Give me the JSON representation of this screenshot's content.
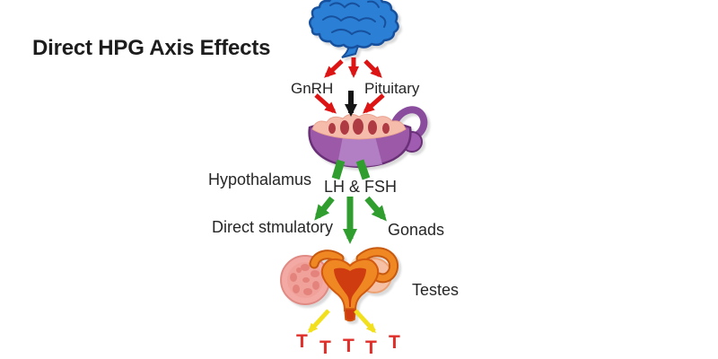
{
  "title": "Direct HPG Axis Effects",
  "labels": {
    "gnrh": "GnRH",
    "pituitary": "Pituitary",
    "hypothalamus": "Hypothalamus",
    "lh_fsh": "LH & FSH",
    "direct_stimulatory": "Direct stmulatory",
    "gonads": "Gonads",
    "testes": "Testes"
  },
  "testosterone_markers": [
    "T",
    "T",
    "T",
    "T",
    "T"
  ],
  "icons": {
    "brain": "brain-icon",
    "pituitary_gland": "pituitary-gland-icon",
    "uterus_ovaries": "uterus-ovaries-icon"
  },
  "colors": {
    "arrow_red": "#dd1414",
    "arrow_black": "#151515",
    "arrow_green": "#2f9e2f",
    "arrow_yellow": "#f2df1d",
    "marker_red": "#e02f2a",
    "brain_blue": "#2b7fd4",
    "brain_outline": "#17519e",
    "gland_purple": "#9b59a8",
    "gland_outline": "#6a3077",
    "uterus_orange": "#ef8722",
    "uterus_inner": "#cf3c10",
    "background": "#ffffff"
  }
}
